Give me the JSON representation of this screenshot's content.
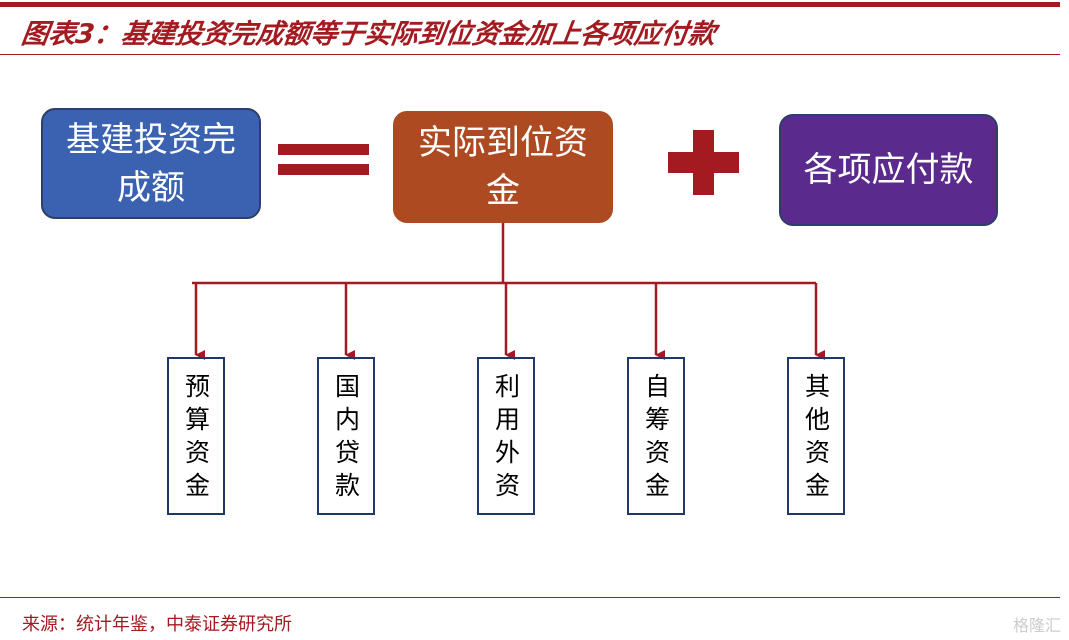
{
  "title": "图表3：基建投资完成额等于实际到位资金加上各项应付款",
  "equation": {
    "left": "基建投资完成额",
    "middle": "实际到位资金",
    "right": "各项应付款",
    "colors": {
      "left": "#3a62b0",
      "middle": "#ad4a22",
      "right": "#5a2a8c",
      "operator": "#a31b20"
    }
  },
  "sources": [
    "预算资金",
    "国内贷款",
    "利用外资",
    "自筹资金",
    "其他资金"
  ],
  "source_note": "来源：统计年鉴，中泰证券研究所",
  "watermark": "格隆汇"
}
